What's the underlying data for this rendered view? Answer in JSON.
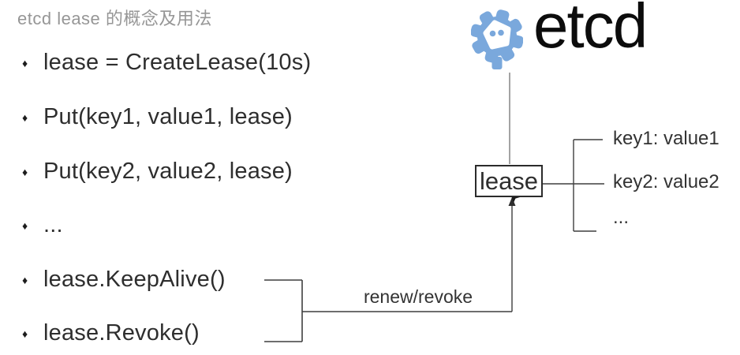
{
  "title": "etcd lease 的概念及用法",
  "list": {
    "bullet_glyph": "♦",
    "items": [
      "lease = CreateLease(10s)",
      "Put(key1, value1, lease)",
      "Put(key2, value2, lease)",
      "...",
      "lease.KeepAlive()",
      "lease.Revoke()"
    ]
  },
  "logo": {
    "wordmark": "etcd"
  },
  "diagram": {
    "node_label": "lease",
    "kv_items": [
      "key1: value1",
      "key2: value2",
      "..."
    ],
    "arrow_label": "renew/revoke"
  },
  "colors": {
    "logo_blue": "#7AA8DC",
    "title_gray": "#969696",
    "body_text": "#2e2e2e",
    "line": "#3f3f3f"
  }
}
